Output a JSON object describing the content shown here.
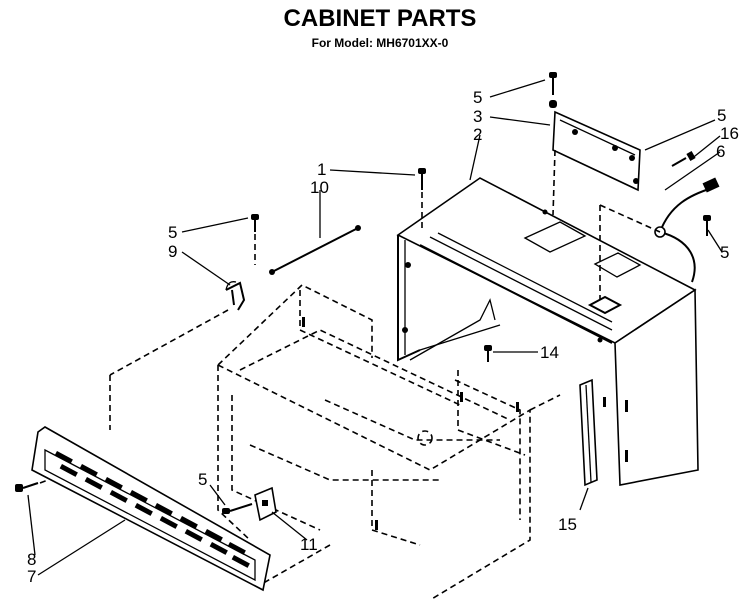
{
  "title": "CABINET PARTS",
  "subtitle": "For Model: MH6701XX-0",
  "colors": {
    "ink": "#000000",
    "paper": "#ffffff"
  },
  "callouts": [
    "5",
    "3",
    "2",
    "1",
    "10",
    "5",
    "9",
    "5",
    "16",
    "6",
    "5",
    "14",
    "5",
    "11",
    "8",
    "7",
    "15"
  ]
}
